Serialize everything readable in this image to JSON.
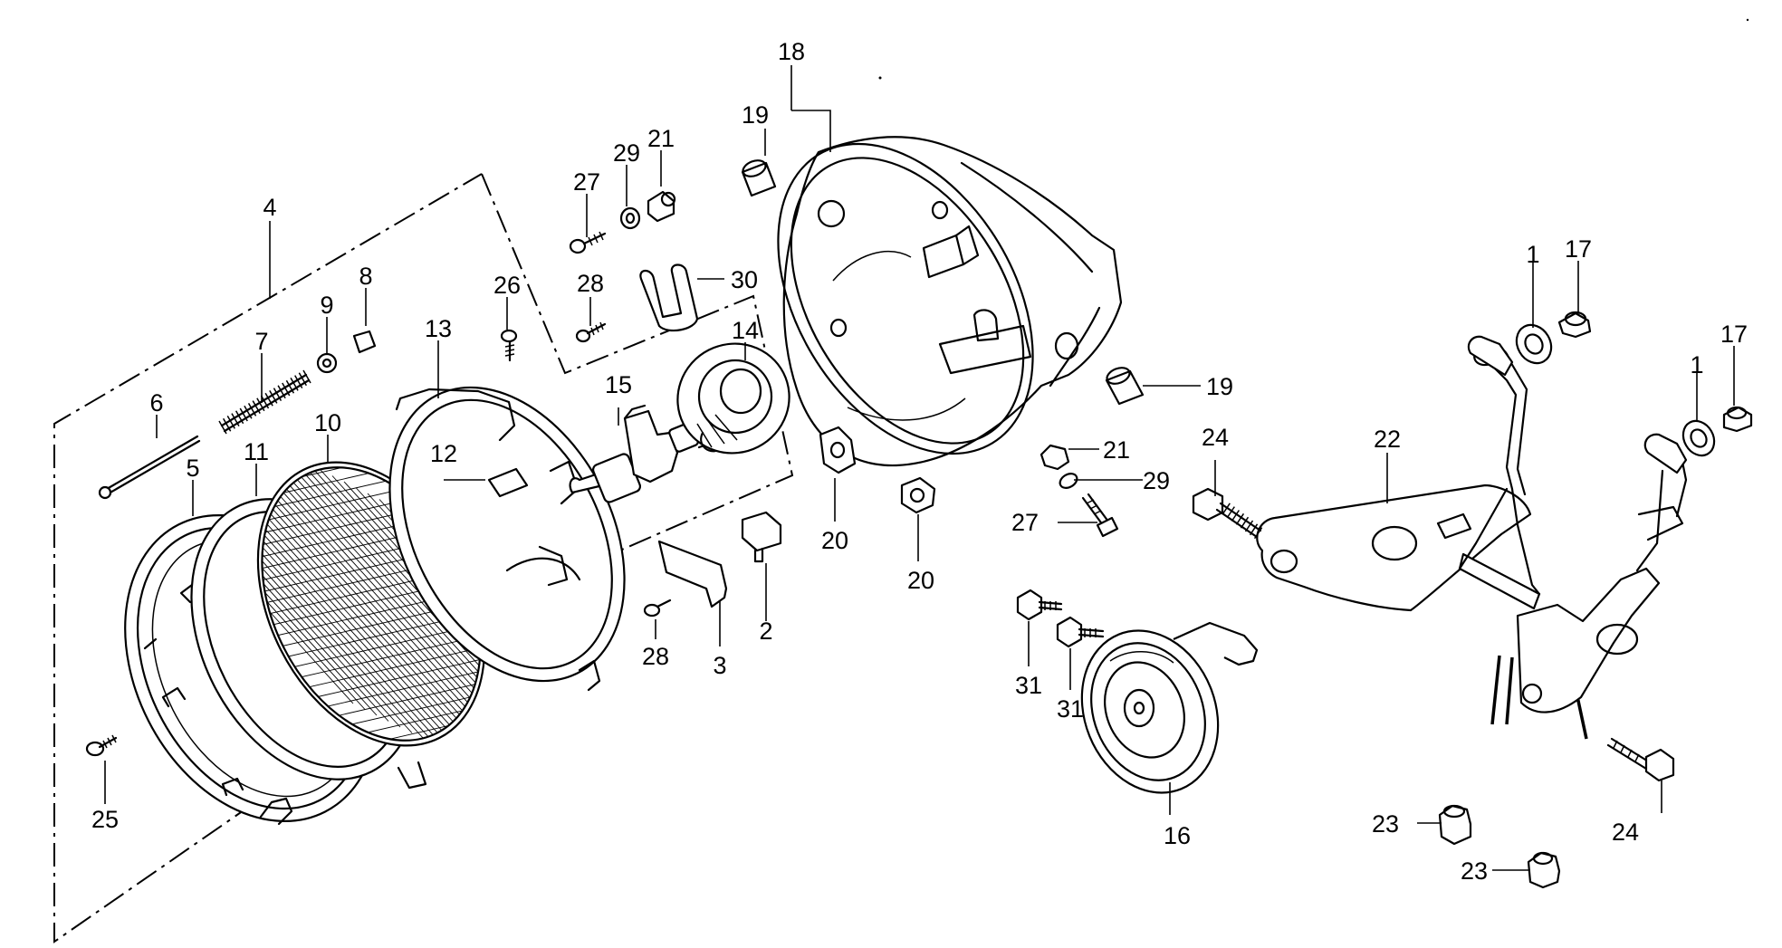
{
  "diagram": {
    "callouts": [
      {
        "id": "c1a",
        "text": "1"
      },
      {
        "id": "c1b",
        "text": "1"
      },
      {
        "id": "c2",
        "text": "2"
      },
      {
        "id": "c3",
        "text": "3"
      },
      {
        "id": "c4",
        "text": "4"
      },
      {
        "id": "c5",
        "text": "5"
      },
      {
        "id": "c6",
        "text": "6"
      },
      {
        "id": "c7",
        "text": "7"
      },
      {
        "id": "c8",
        "text": "8"
      },
      {
        "id": "c9",
        "text": "9"
      },
      {
        "id": "c10",
        "text": "10"
      },
      {
        "id": "c11",
        "text": "11"
      },
      {
        "id": "c12",
        "text": "12"
      },
      {
        "id": "c13",
        "text": "13"
      },
      {
        "id": "c14",
        "text": "14"
      },
      {
        "id": "c15",
        "text": "15"
      },
      {
        "id": "c16",
        "text": "16"
      },
      {
        "id": "c17a",
        "text": "17"
      },
      {
        "id": "c17b",
        "text": "17"
      },
      {
        "id": "c18",
        "text": "18"
      },
      {
        "id": "c19a",
        "text": "19"
      },
      {
        "id": "c19b",
        "text": "19"
      },
      {
        "id": "c20a",
        "text": "20"
      },
      {
        "id": "c20b",
        "text": "20"
      },
      {
        "id": "c21a",
        "text": "21"
      },
      {
        "id": "c21b",
        "text": "21"
      },
      {
        "id": "c22",
        "text": "22"
      },
      {
        "id": "c23a",
        "text": "23"
      },
      {
        "id": "c23b",
        "text": "23"
      },
      {
        "id": "c24a",
        "text": "24"
      },
      {
        "id": "c24b",
        "text": "24"
      },
      {
        "id": "c25",
        "text": "25"
      },
      {
        "id": "c26",
        "text": "26"
      },
      {
        "id": "c27a",
        "text": "27"
      },
      {
        "id": "c27b",
        "text": "27"
      },
      {
        "id": "c28a",
        "text": "28"
      },
      {
        "id": "c28b",
        "text": "28"
      },
      {
        "id": "c29a",
        "text": "29"
      },
      {
        "id": "c29b",
        "text": "29"
      },
      {
        "id": "c30",
        "text": "30"
      },
      {
        "id": "c31a",
        "text": "31"
      },
      {
        "id": "c31b",
        "text": "31"
      }
    ]
  }
}
